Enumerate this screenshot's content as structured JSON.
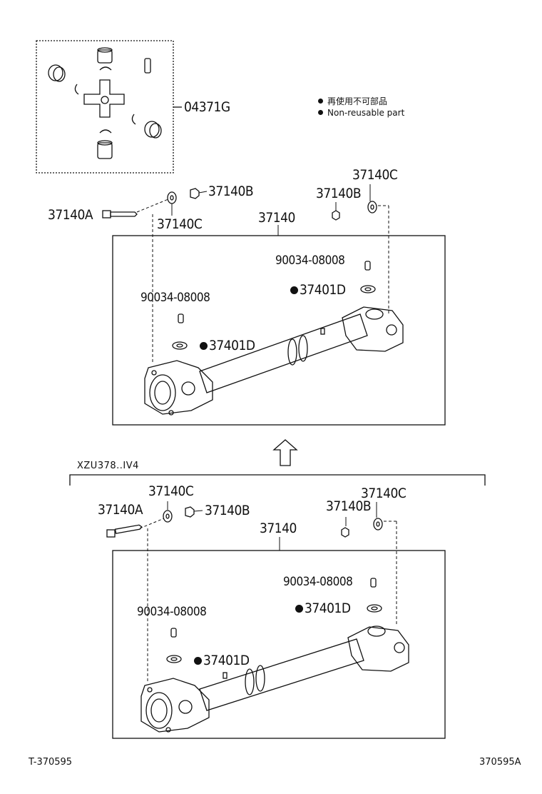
{
  "kit_label": "04371G",
  "legend": {
    "jp": "再使用不可部品",
    "en": "Non-reusable part"
  },
  "top": {
    "bolt": "37140A",
    "washer_left": "37140C",
    "nut_left": "37140B",
    "nut_right": "37140B",
    "washer_right": "37140C",
    "shaft": "37140",
    "fitting_right": "90034-08008",
    "fitting_left": "90034-08008",
    "snap_right": "37401D",
    "snap_left": "37401D"
  },
  "variant_label": "XZU378..IV4",
  "bottom": {
    "washer_left": "37140C",
    "bolt": "37140A",
    "nut_left": "37140B",
    "washer_right": "37140C",
    "nut_right": "37140B",
    "shaft": "37140",
    "fitting_right": "90034-08008",
    "fitting_left": "90034-08008",
    "snap_right": "37401D",
    "snap_left": "37401D"
  },
  "footer": {
    "left": "T-370595",
    "right": "370595A"
  }
}
